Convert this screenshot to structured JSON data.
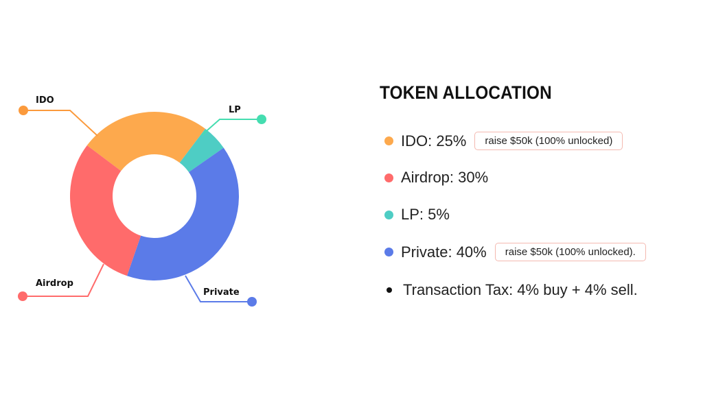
{
  "chart_data": {
    "type": "pie",
    "variant": "donut",
    "title": "TOKEN ALLOCATION",
    "slices": [
      {
        "label": "IDO",
        "value": 25,
        "color": "#FDA94D",
        "dot_color": "#FB9A3C",
        "legend": "IDO: 25%",
        "note": "raise $50k (100% unlocked)"
      },
      {
        "label": "LP",
        "value": 5,
        "color": "#4ECDC4",
        "dot_color": "#45DDB0",
        "legend": "LP: 5%"
      },
      {
        "label": "Private",
        "value": 40,
        "color": "#5B7BE8",
        "dot_color": "#5B7BE8",
        "legend": "Private: 40%",
        "note": "raise $50k (100% unlocked)."
      },
      {
        "label": "Airdrop",
        "value": 30,
        "color": "#FF6B6B",
        "dot_color": "#FF6B6B",
        "legend": "Airdrop: 30%"
      }
    ],
    "extra_note": "Transaction Tax: 4% buy + 4% sell."
  }
}
